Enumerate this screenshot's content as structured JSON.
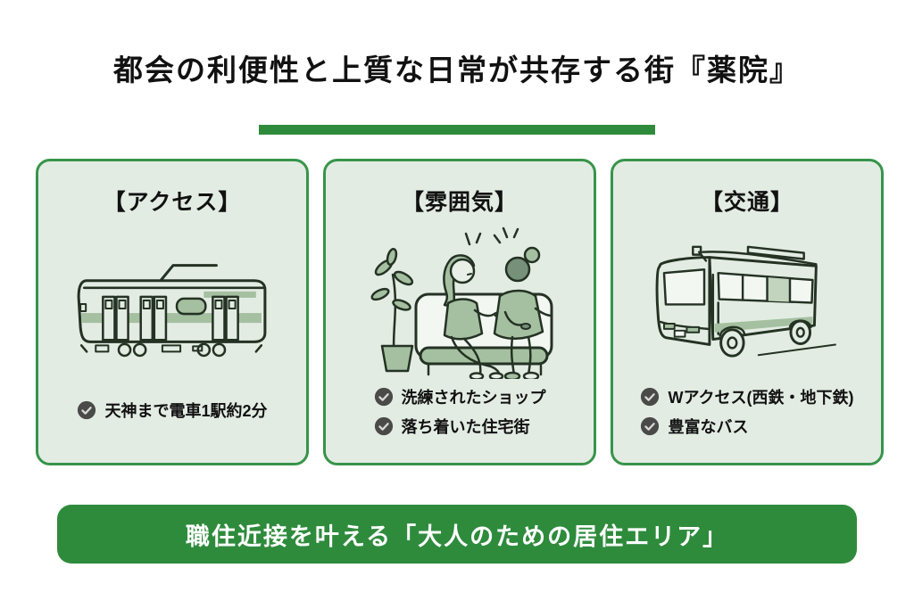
{
  "title": "都会の利便性と上質な日常が共存する街『薬院』",
  "colors": {
    "accent_green": "#2e8b3c",
    "card_border": "#37944a",
    "card_background": "#e3ece3",
    "illustration_line": "#243224",
    "illustration_sage": "#a5c0a0",
    "check_circle": "#4a4a48",
    "banner_text": "#ffffff",
    "title_text": "#111111"
  },
  "cards": [
    {
      "title": "【アクセス】",
      "icon": "train-icon",
      "items": [
        "天神まで電車1駅約2分"
      ]
    },
    {
      "title": "【雰囲気】",
      "icon": "people-talking-icon",
      "items": [
        "洗練されたショップ",
        "落ち着いた住宅街"
      ]
    },
    {
      "title": "【交通】",
      "icon": "bus-icon",
      "items": [
        "Wアクセス(西鉄・地下鉄)",
        "豊富なバス"
      ]
    }
  ],
  "banner": {
    "label": "職住近接を叶える「大人のための居住エリア」"
  }
}
